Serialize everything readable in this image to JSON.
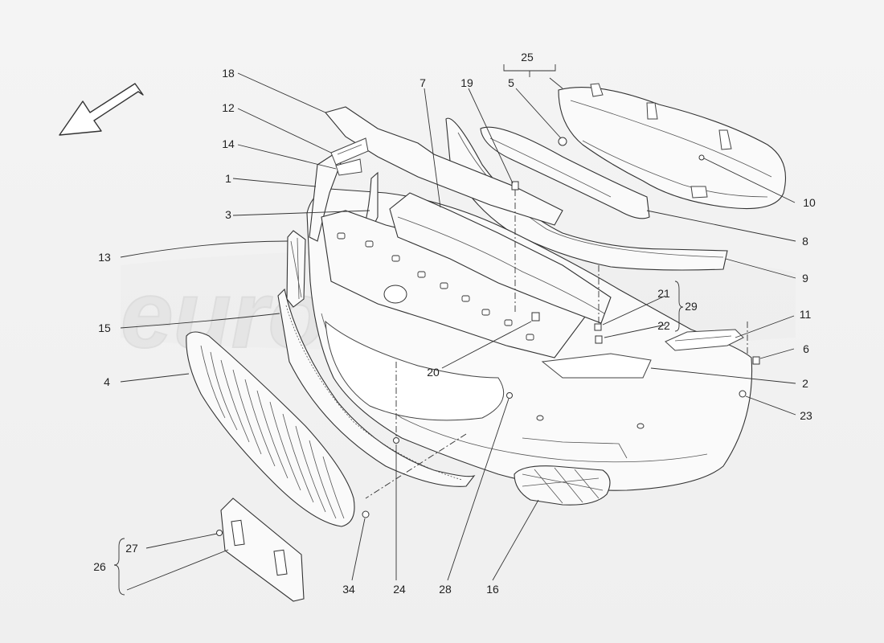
{
  "watermark": "eurospares",
  "callouts": {
    "c1": "1",
    "c2": "2",
    "c3": "3",
    "c4": "4",
    "c5": "5",
    "c6": "6",
    "c7": "7",
    "c8": "8",
    "c9": "9",
    "c10": "10",
    "c11": "11",
    "c12": "12",
    "c13": "13",
    "c14": "14",
    "c15": "15",
    "c16": "16",
    "c18": "18",
    "c19": "19",
    "c20": "20",
    "c21": "21",
    "c22": "22",
    "c23": "23",
    "c24": "24",
    "c25": "25",
    "c26": "26",
    "c27": "27",
    "c28": "28",
    "c29": "29",
    "c34": "34"
  },
  "icons": {
    "direction": "front-direction-arrow-icon"
  }
}
